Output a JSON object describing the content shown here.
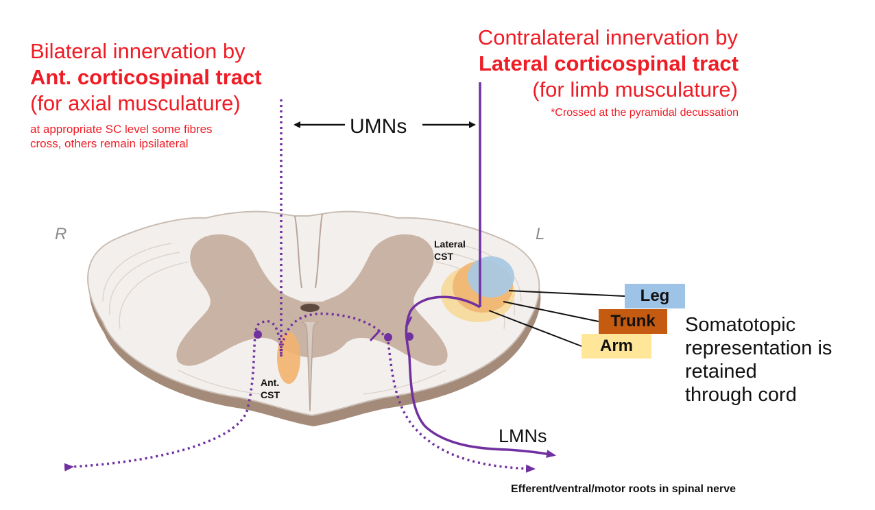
{
  "left_block": {
    "title": "Bilateral innervation by",
    "tract": "Ant. corticospinal tract",
    "target": "(for axial musculature)",
    "note_line1": "at appropriate SC level some fibres",
    "note_line2": "cross, others remain ipsilateral"
  },
  "right_block": {
    "title": "Contralateral innervation by",
    "tract": "Lateral corticospinal tract",
    "target": "(for limb musculature)",
    "note": "*Crossed at the pyramidal decussation"
  },
  "arrows": {
    "umns": "UMNs",
    "lmns": "LMNs"
  },
  "sides": {
    "right": "R",
    "left": "L"
  },
  "cord_labels": {
    "lateral_cst_line1": "Lateral",
    "lateral_cst_line2": "CST",
    "ant_cst_line1": "Ant.",
    "ant_cst_line2": "CST"
  },
  "somatotopy": {
    "leg": "Leg",
    "trunk": "Trunk",
    "arm": "Arm",
    "caption_line1": "Somatotopic",
    "caption_line2": "representation is",
    "caption_line3": "retained",
    "caption_line4": "through cord"
  },
  "footer": {
    "efferent": "Efferent/ventral/motor roots in spinal nerve"
  },
  "colors": {
    "tract_purple": "#7030a0",
    "title_red": "#ee1c25",
    "leg_blue": "#9dc3e6",
    "trunk_orange": "#c55a11",
    "arm_yellow": "#ffe699",
    "grey_matter": "#c9b3a4",
    "white_matter": "#f2efec"
  }
}
